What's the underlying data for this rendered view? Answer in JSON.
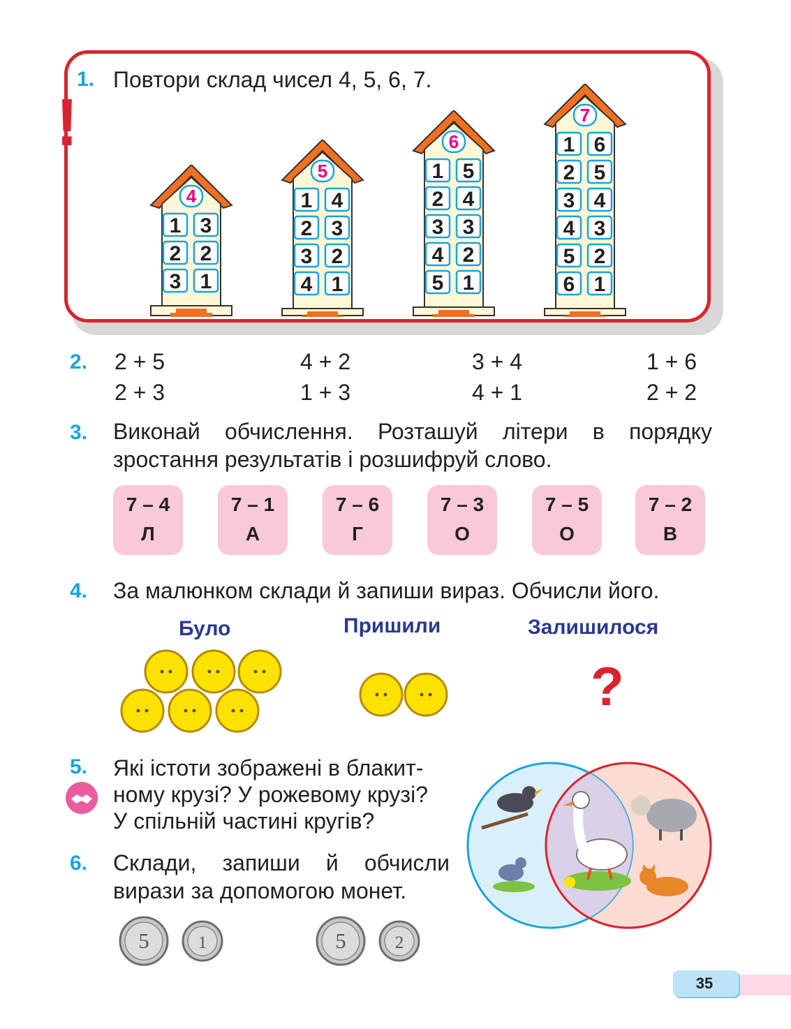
{
  "task1": {
    "number": "1.",
    "text": "Повтори склад чисел 4, 5, 6, 7.",
    "houses": [
      {
        "top": "4",
        "pairs": [
          [
            "1",
            "3"
          ],
          [
            "2",
            "2"
          ],
          [
            "3",
            "1"
          ]
        ]
      },
      {
        "top": "5",
        "pairs": [
          [
            "1",
            "4"
          ],
          [
            "2",
            "3"
          ],
          [
            "3",
            "2"
          ],
          [
            "4",
            "1"
          ]
        ]
      },
      {
        "top": "6",
        "pairs": [
          [
            "1",
            "5"
          ],
          [
            "2",
            "4"
          ],
          [
            "3",
            "3"
          ],
          [
            "4",
            "2"
          ],
          [
            "5",
            "1"
          ]
        ]
      },
      {
        "top": "7",
        "pairs": [
          [
            "1",
            "6"
          ],
          [
            "2",
            "5"
          ],
          [
            "3",
            "4"
          ],
          [
            "4",
            "3"
          ],
          [
            "5",
            "2"
          ],
          [
            "6",
            "1"
          ]
        ]
      }
    ]
  },
  "task2": {
    "number": "2.",
    "row1": [
      "2 + 5",
      "4 + 2",
      "3 + 4",
      "1 + 6"
    ],
    "row2": [
      "2 + 3",
      "1 + 3",
      "4 + 1",
      "2 + 2"
    ]
  },
  "task3": {
    "number": "3.",
    "line1": "Виконай обчислення. Розташуй літери в порядку",
    "line2": "зростання результатів і розшифруй слово.",
    "cards": [
      {
        "expr": "7 – 4",
        "letter": "Л"
      },
      {
        "expr": "7 – 1",
        "letter": "А"
      },
      {
        "expr": "7 – 6",
        "letter": "Г"
      },
      {
        "expr": "7 – 3",
        "letter": "О"
      },
      {
        "expr": "7 – 5",
        "letter": "О"
      },
      {
        "expr": "7 – 2",
        "letter": "В"
      }
    ]
  },
  "task4": {
    "number": "4.",
    "text": "За малюнком склади й запиши вираз. Обчисли його.",
    "labels": {
      "was": "Було",
      "added": "Пришили",
      "left": "Залишилося"
    },
    "question": "?"
  },
  "task5": {
    "number": "5.",
    "line1": "Які істоти зображені в блакит-",
    "line2": "ному крузі? У рожевому крузі?",
    "line3": "У спільній частині кругів?"
  },
  "task6": {
    "number": "6.",
    "line1": "Склади, запиши й обчисли",
    "line2": "вирази за допомогою монет.",
    "coins": [
      "5",
      "1",
      "5",
      "2"
    ]
  },
  "exclamation": "!",
  "page_number": "35",
  "colors": {
    "accent_blue": "#1aa3dc",
    "frame_red": "#d9242f",
    "card_pink": "#f9c9d8",
    "label_navy": "#2b3990",
    "digit_magenta": "#e6007e"
  }
}
